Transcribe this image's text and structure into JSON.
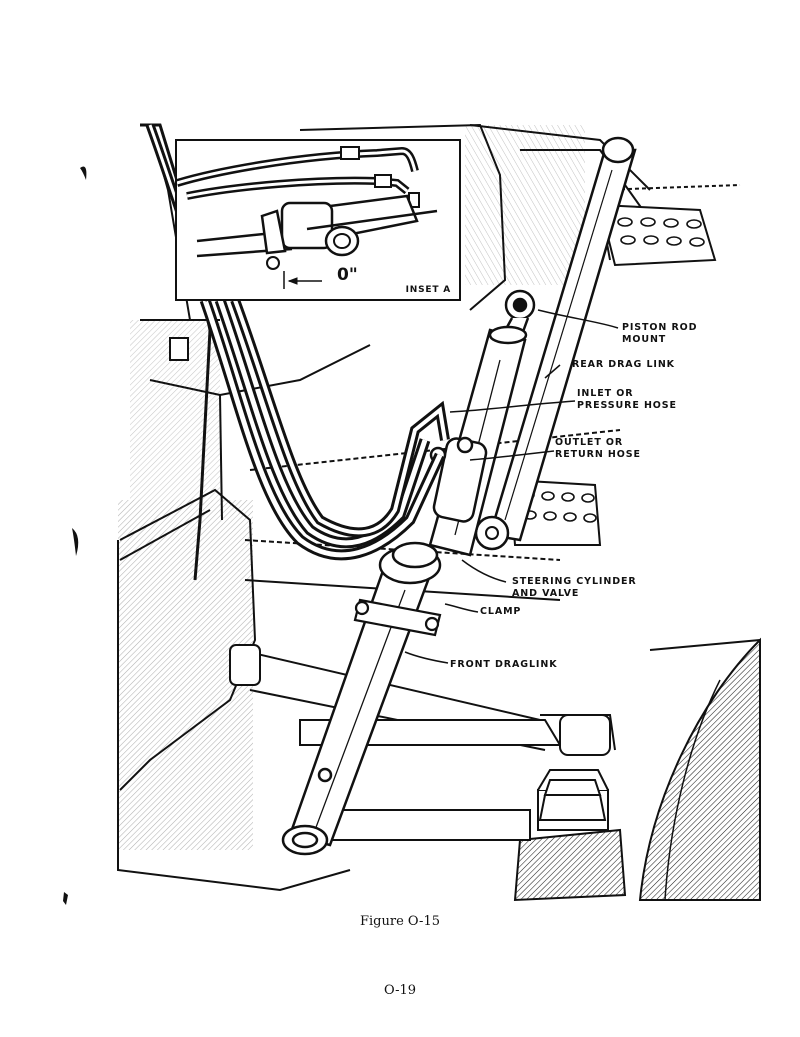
{
  "labels": {
    "piston_rod_mount": [
      "PISTON ROD",
      "MOUNT"
    ],
    "rear_drag_link": "REAR DRAG LINK",
    "inlet_hose": [
      "INLET OR",
      "PRESSURE HOSE"
    ],
    "outlet_hose": [
      "OUTLET OR",
      "RETURN HOSE"
    ],
    "steering_cylinder": [
      "STEERING CYLINDER",
      "AND VALVE"
    ],
    "clamp": "CLAMP",
    "front_drag_link": "FRONT DRAGLINK"
  },
  "inset": {
    "title": "INSET A",
    "dimension": "0\""
  },
  "caption": "Figure O-15",
  "page_number": "O-19"
}
